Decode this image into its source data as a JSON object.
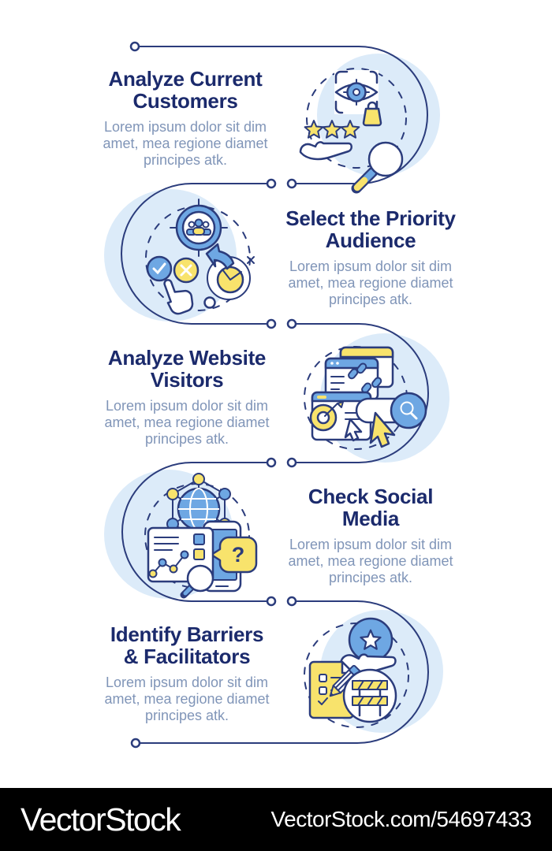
{
  "palette": {
    "line_navy": "#2b3c7c",
    "title_navy": "#1b2a6c",
    "body_gray_blue": "#8095b8",
    "accent_yellow": "#f8e36c",
    "accent_blue": "#6ea7e3",
    "soft_blue_circle": "#dcebf9",
    "watermark_bar": "#000000",
    "watermark_text": "#ffffff"
  },
  "steps": [
    {
      "title_lines": [
        "Analyze Current",
        "Customers"
      ],
      "description_lines": [
        "Lorem ipsum dolor sit dim",
        "amet, mea regione diamet",
        "principes atk."
      ],
      "icons": [
        "eye-target-scan",
        "shopping-bag",
        "three-star-rating-hand",
        "magnifying-glass"
      ]
    },
    {
      "title_lines": [
        "Select the Priority",
        "Audience"
      ],
      "description_lines": [
        "Lorem ipsum dolor sit dim",
        "amet, mea regione diamet",
        "principes atk."
      ],
      "icons": [
        "audience-target",
        "approve-check-circle",
        "reject-cross-circle",
        "pointer-hand",
        "dart-goal"
      ]
    },
    {
      "title_lines": [
        "Analyze Website",
        "Visitors"
      ],
      "description_lines": [
        "Lorem ipsum dolor sit dim",
        "amet, mea regione diamet",
        "principes atk."
      ],
      "icons": [
        "browser-footprints",
        "website-target-dart",
        "search-bar-cursor"
      ]
    },
    {
      "title_lines": [
        "Check Social",
        "Media"
      ],
      "description_lines": [
        "Lorem ipsum dolor sit dim",
        "amet, mea regione diamet",
        "principes atk."
      ],
      "icons": [
        "network-globe",
        "analytics-report-magnifier",
        "phone-question-bubble"
      ],
      "icon_glyphs": {
        "question": "?"
      }
    },
    {
      "title_lines": [
        "Identify Barriers",
        "& Facilitators"
      ],
      "description_lines": [
        "Lorem ipsum dolor sit dim",
        "amet, mea regione diamet",
        "principes atk."
      ],
      "icons": [
        "star-reward-hand",
        "checklist-pencil",
        "road-barrier"
      ]
    }
  ],
  "watermark": {
    "brand": "VectorStock",
    "site_ref": "VectorStock.com/54697433"
  }
}
